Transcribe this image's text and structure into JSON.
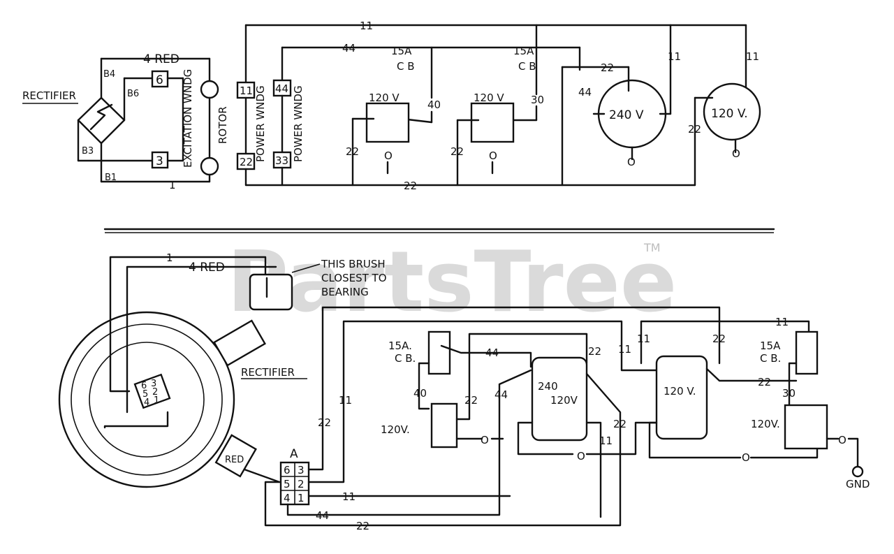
{
  "watermark": {
    "brand": "PartsTree",
    "trademark": "TM"
  },
  "schematic": {
    "rectifier_label": "RECTIFIER",
    "red4": "4 RED",
    "b4": "B4",
    "b6": "B6",
    "b3": "B3",
    "b1": "B1",
    "term6": "6",
    "term3": "3",
    "excitation": "EXCITATION WNDG",
    "rotor": "ROTOR",
    "power_wndg_1": "POWER WNDG",
    "power_wndg_2": "POWER WNDG",
    "t11": "11",
    "t22": "22",
    "t44": "44",
    "t33": "33",
    "wire_11": "11",
    "wire_44": "44",
    "wire_22": "22",
    "wire_1": "1",
    "cb1": "15A",
    "cb1b": "C B",
    "cb2": "15A",
    "cb2b": "C B",
    "w40": "40",
    "w30": "30",
    "r120a": "120 V",
    "r120b": "120 V",
    "r240": "240 V",
    "r120c": "120 V.",
    "o1": "O",
    "o2": "O",
    "o3": "O",
    "o4": "O",
    "w22a": "22",
    "w22b": "22",
    "w22c": "22",
    "w22d": "22",
    "w44b": "44",
    "w11b": "11",
    "w11c": "11"
  },
  "wiring": {
    "wire_1": "1",
    "red4": "4 RED",
    "brush_note_1": "THIS BRUSH",
    "brush_note_2": "CLOSEST TO",
    "brush_note_3": "BEARING",
    "rectifier_label": "RECTIFIER",
    "red": "RED",
    "plug_a": "A",
    "p6": "6",
    "p3": "3",
    "p5": "5",
    "p2": "2",
    "p4": "4",
    "p1": "1",
    "rp6": "6",
    "rp3": "3",
    "rp5": "5",
    "rp2": "2",
    "rp4": "4",
    "rp1": "1",
    "cb1": "15A.",
    "cb1b": "C B.",
    "cb2": "15A",
    "cb2b": "C B.",
    "w44a": "44",
    "w22a": "22",
    "w40": "40",
    "w22b": "22",
    "w44b": "44",
    "w22c": "22",
    "w11a": "11",
    "w11b": "11",
    "w11c": "11",
    "w22d": "22",
    "w11d": "11",
    "w22e": "22",
    "w30": "30",
    "w11e": "11",
    "r120l": "120V.",
    "r120r": "120V.",
    "dual_240": "240",
    "dual_120": "120V",
    "single_120": "120 V.",
    "o1": "O",
    "o2": "O",
    "o3": "O",
    "o4": "O",
    "bot_11": "11",
    "bot_44": "44",
    "bot_22": "22",
    "gnd": "GND"
  }
}
